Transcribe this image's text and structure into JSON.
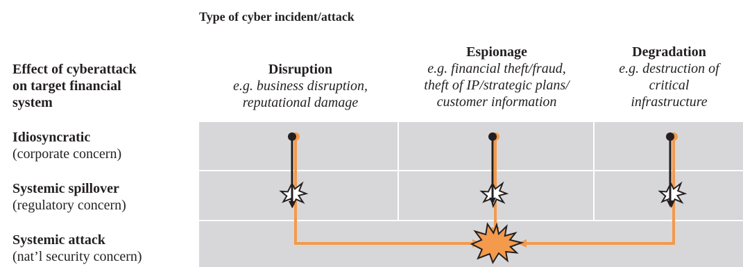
{
  "header": {
    "title": "Type of cyber incident/attack"
  },
  "effect_column": {
    "line1": "Effect of cyberattack",
    "line2": "on target financial",
    "line3": "system"
  },
  "columns": [
    {
      "title": "Disruption",
      "sub": [
        "e.g. business disruption,",
        "reputational damage"
      ]
    },
    {
      "title": "Espionage",
      "sub": [
        "e.g. financial theft/fraud,",
        "theft of IP/strategic plans/",
        "customer information"
      ]
    },
    {
      "title": "Degradation",
      "sub": [
        "e.g. destruction of",
        "critical",
        "infrastructure"
      ]
    }
  ],
  "rows": [
    {
      "title": "Idiosyncratic",
      "sub": "(corporate concern)"
    },
    {
      "title": "Systemic spillover",
      "sub": "(regulatory concern)"
    },
    {
      "title": "Systemic attack",
      "sub": "(nat’l security concern)"
    }
  ],
  "colors": {
    "grid_fill": "#d7d7d9",
    "grid_lines": "#ffffff",
    "attack_path": "#f39a4c",
    "incident_path": "#231f20"
  }
}
